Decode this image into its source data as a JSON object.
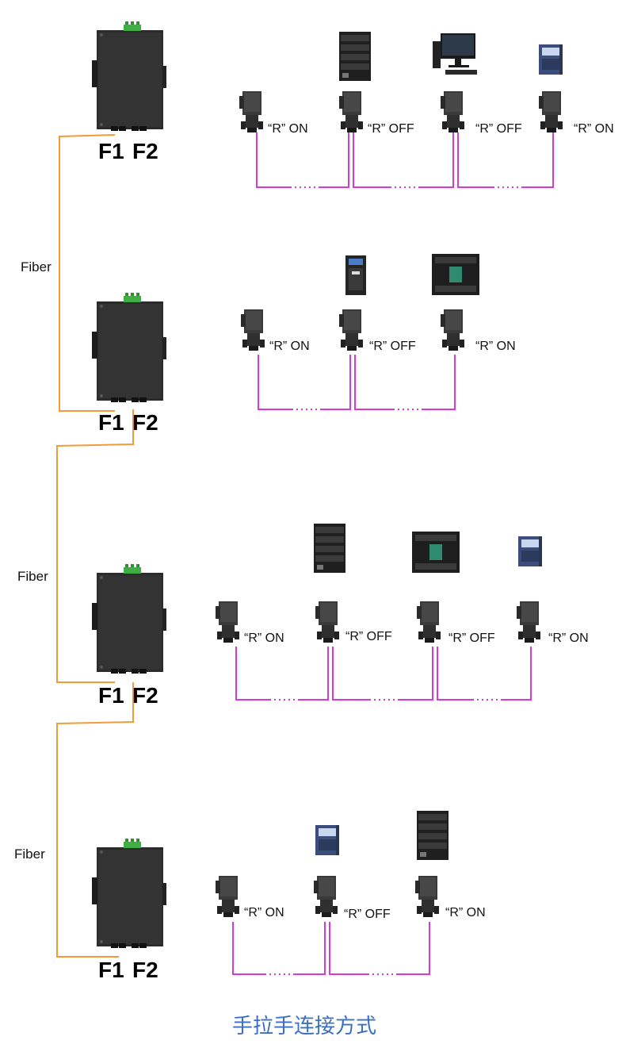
{
  "colors": {
    "fiber": "#f39a3a",
    "bus": "#d63ad6",
    "switch_body": "#2b2b2b",
    "terminal": "#3fae45",
    "caption": "#3a6fc4"
  },
  "fiber_label": "Fiber",
  "port_labels": {
    "f1": "F1",
    "f2": "F2"
  },
  "caption": "手拉手连接方式",
  "groups": [
    {
      "name": "group-1",
      "devices": [
        "server-icon",
        "pc-icon",
        "inverter-icon"
      ],
      "connectors": [
        {
          "label": "“R”  ON"
        },
        {
          "label": "“R”  OFF"
        },
        {
          "label": "“R”  OFF"
        },
        {
          "label": "“R”  ON"
        }
      ]
    },
    {
      "name": "group-2",
      "devices": [
        "servo-drive-icon",
        "plc-icon"
      ],
      "connectors": [
        {
          "label": "“R”  ON"
        },
        {
          "label": "“R”  OFF"
        },
        {
          "label": "“R”  ON"
        }
      ]
    },
    {
      "name": "group-3",
      "devices": [
        "server-icon",
        "plc-icon",
        "inverter-icon"
      ],
      "connectors": [
        {
          "label": "“R”  ON"
        },
        {
          "label": "“R”  OFF"
        },
        {
          "label": "“R”  OFF"
        },
        {
          "label": "“R”  ON"
        }
      ]
    },
    {
      "name": "group-4",
      "devices": [
        "inverter-icon",
        "server-icon"
      ],
      "connectors": [
        {
          "label": "“R”  ON"
        },
        {
          "label": "“R”  OFF"
        },
        {
          "label": "“R”  ON"
        }
      ]
    }
  ]
}
